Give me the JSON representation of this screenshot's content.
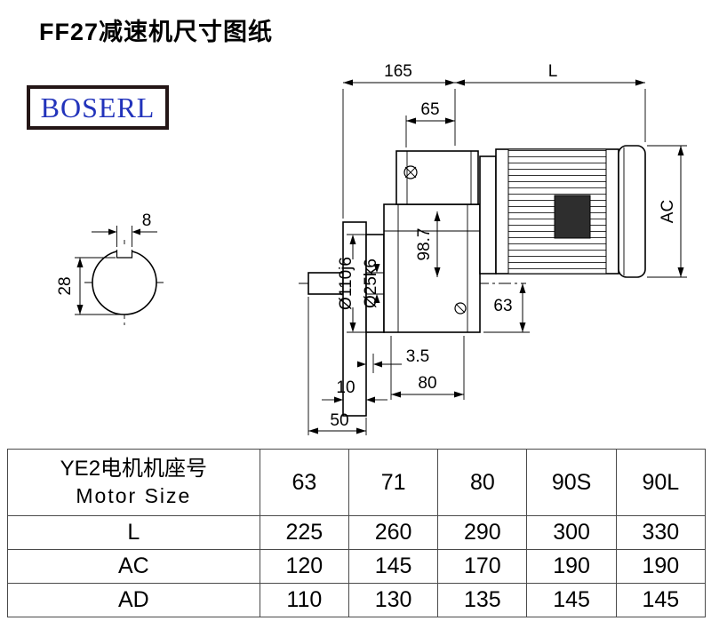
{
  "page": {
    "title": "FF27减速机尺寸图纸",
    "brand": "BOSERL",
    "brand_text_color": "#2233bb",
    "logo_border_color": "#241616"
  },
  "drawing": {
    "dim_165": "165",
    "dim_L": "L",
    "dim_65": "65",
    "dim_AC": "AC",
    "dim_8": "8",
    "dim_28": "28",
    "dim_flange_dia": "Ø110j6",
    "dim_shaft_dia": "Ø25k6",
    "dim_98_7": "98.7",
    "dim_63": "63",
    "dim_3_5": "3.5",
    "dim_80": "80",
    "dim_10": "10",
    "dim_50": "50"
  },
  "table": {
    "row_header": {
      "line1": "YE2电机机座号",
      "line2": "Motor Size"
    },
    "sizes": [
      "63",
      "71",
      "80",
      "90S",
      "90L"
    ],
    "rows": [
      {
        "label": "L",
        "values": [
          "225",
          "260",
          "290",
          "300",
          "330"
        ]
      },
      {
        "label": "AC",
        "values": [
          "120",
          "145",
          "170",
          "190",
          "190"
        ]
      },
      {
        "label": "AD",
        "values": [
          "110",
          "130",
          "135",
          "145",
          "145"
        ]
      }
    ]
  }
}
